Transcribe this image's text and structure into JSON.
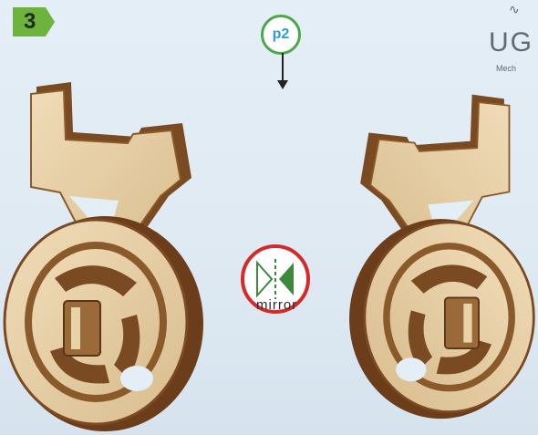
{
  "step": {
    "number": "3"
  },
  "brand": {
    "logo_text": "UG",
    "subtitle": "Mech"
  },
  "callout": {
    "part_label": "p2"
  },
  "mirror": {
    "label": "mirror"
  },
  "colors": {
    "badge": "#6fb33f",
    "callout_ring": "#4aa84a",
    "callout_text": "#2f9ad6",
    "mirror_ring": "#d62a2a",
    "mirror_icon": "#3b8a3b"
  },
  "icons": [
    "step-arrow-badge",
    "down-arrow-icon",
    "mirror-icon",
    "wooden-part-illustration"
  ]
}
